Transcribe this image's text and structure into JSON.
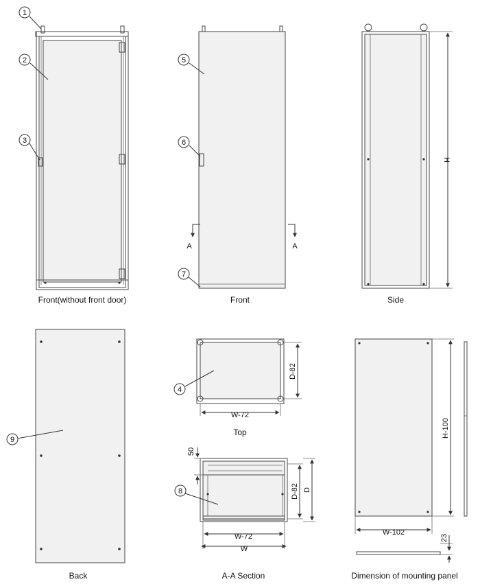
{
  "views": {
    "front_without_door": {
      "caption": "Front(without front door)"
    },
    "front": {
      "caption": "Front",
      "section_marker_left": "A",
      "section_marker_right": "A"
    },
    "side": {
      "caption": "Side",
      "height_label": "H"
    },
    "back": {
      "caption": "Back"
    },
    "top": {
      "caption": "Top",
      "width_label": "W-72",
      "depth_label": "D-82"
    },
    "section": {
      "caption": "A-A Section",
      "top_label": "50",
      "inner_width_label": "W-72",
      "width_label": "W",
      "inner_depth_label": "D-82",
      "depth_label": "D"
    },
    "mounting_panel": {
      "caption": "Dimension of mounting panel",
      "height_label": "H-100",
      "width_label": "W-102",
      "thickness_label": "23"
    }
  },
  "callouts": [
    "1",
    "2",
    "3",
    "4",
    "5",
    "6",
    "7",
    "8",
    "9"
  ],
  "colors": {
    "line": "#333333",
    "panel_fill": "#f1f1f1",
    "background": "#ffffff"
  }
}
